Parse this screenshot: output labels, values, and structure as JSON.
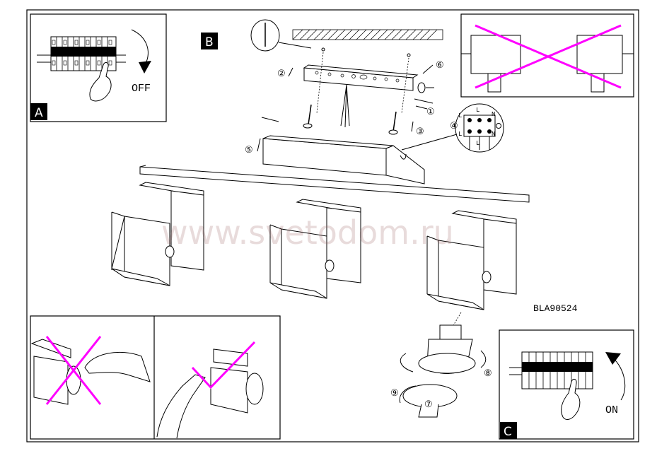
{
  "panels": {
    "a": {
      "label": "A",
      "action": "OFF"
    },
    "b": {
      "label": "B"
    },
    "c": {
      "label": "C",
      "action": "ON"
    }
  },
  "model_code": "BLA90524",
  "watermark": "www.svetodom.ru",
  "terminal": {
    "top_labels": [
      "L",
      "L",
      "N"
    ],
    "bottom_labels": [
      "L",
      "L",
      "N"
    ]
  },
  "steps": [
    "①",
    "②",
    "③",
    "④",
    "⑤",
    "⑥",
    "⑦",
    "⑧",
    "⑨"
  ],
  "colors": {
    "cross": "#ff00ff",
    "check": "#ff00ff",
    "ink": "#000000"
  }
}
